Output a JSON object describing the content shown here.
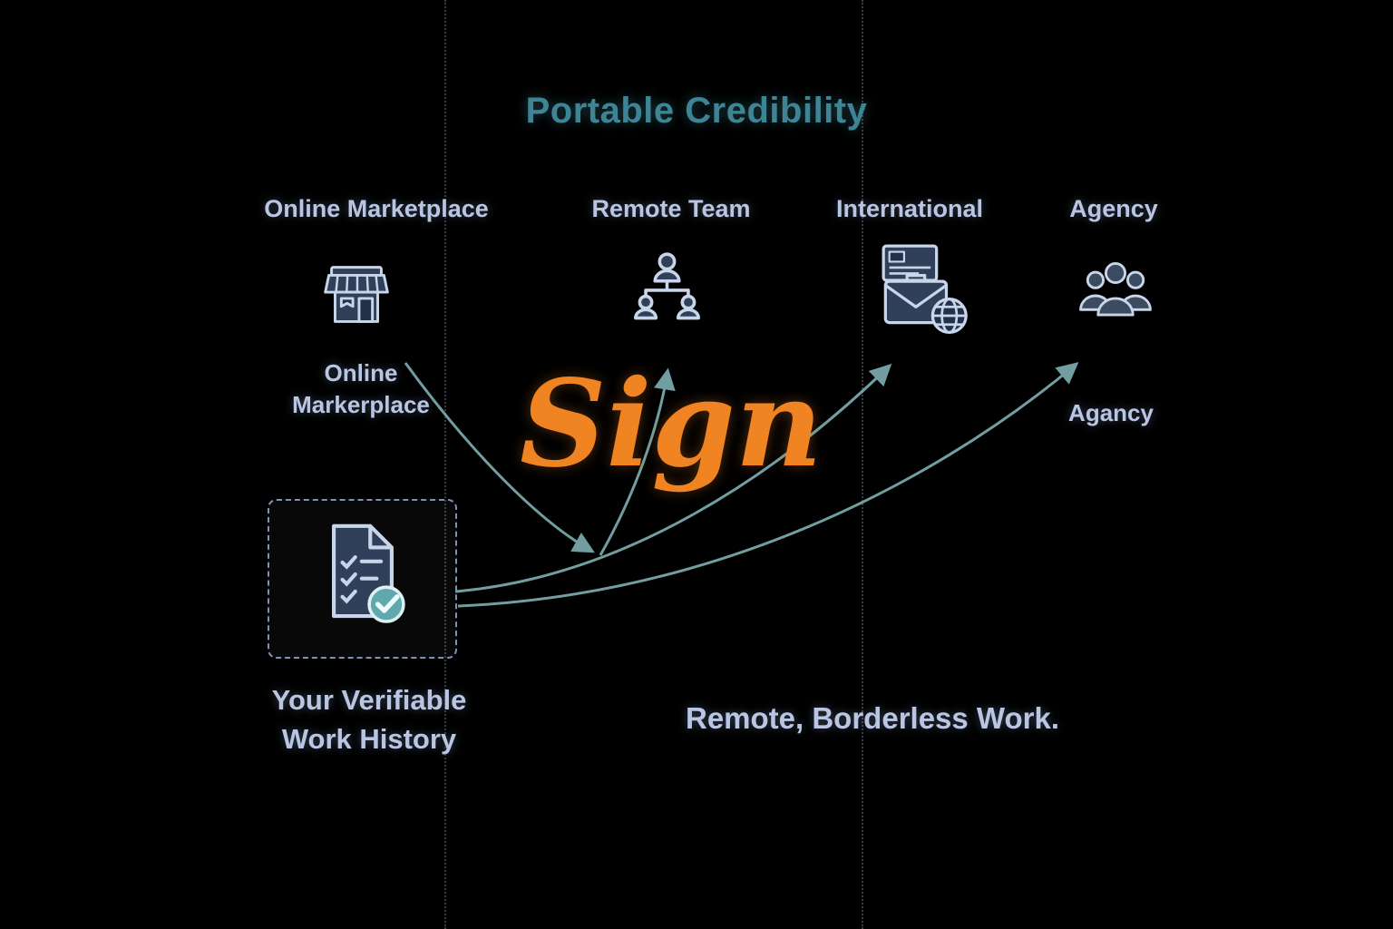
{
  "title": "Portable Credibility",
  "nodes": {
    "marketplace": {
      "label": "Online Marketplace",
      "sublabel_line1": "Online",
      "sublabel_line2": "Markerplace"
    },
    "remote_team": {
      "label": "Remote Team"
    },
    "international": {
      "label": "International"
    },
    "agency": {
      "label": "Agency",
      "sublabel": "Agancy"
    }
  },
  "center_word": "Sign",
  "source": {
    "label_line1": "Your Verifiable",
    "label_line2": "Work History"
  },
  "tagline": "Remote, Borderless Work.",
  "icons": {
    "marketplace": "storefront-icon",
    "remote_team": "org-chart-people-icon",
    "international": "briefcase-globe-icon",
    "agency": "people-group-icon",
    "source": "document-check-icon"
  },
  "colors": {
    "background": "#000000",
    "title_teal": "#3f8494",
    "label_periwinkle": "#b9c6e2",
    "sign_orange": "#f08322",
    "arrow_teal": "#7fb0b4",
    "icon_stroke": "#c9d6ea",
    "icon_fill": "#31405a",
    "check_badge_teal": "#5fa8ad"
  }
}
